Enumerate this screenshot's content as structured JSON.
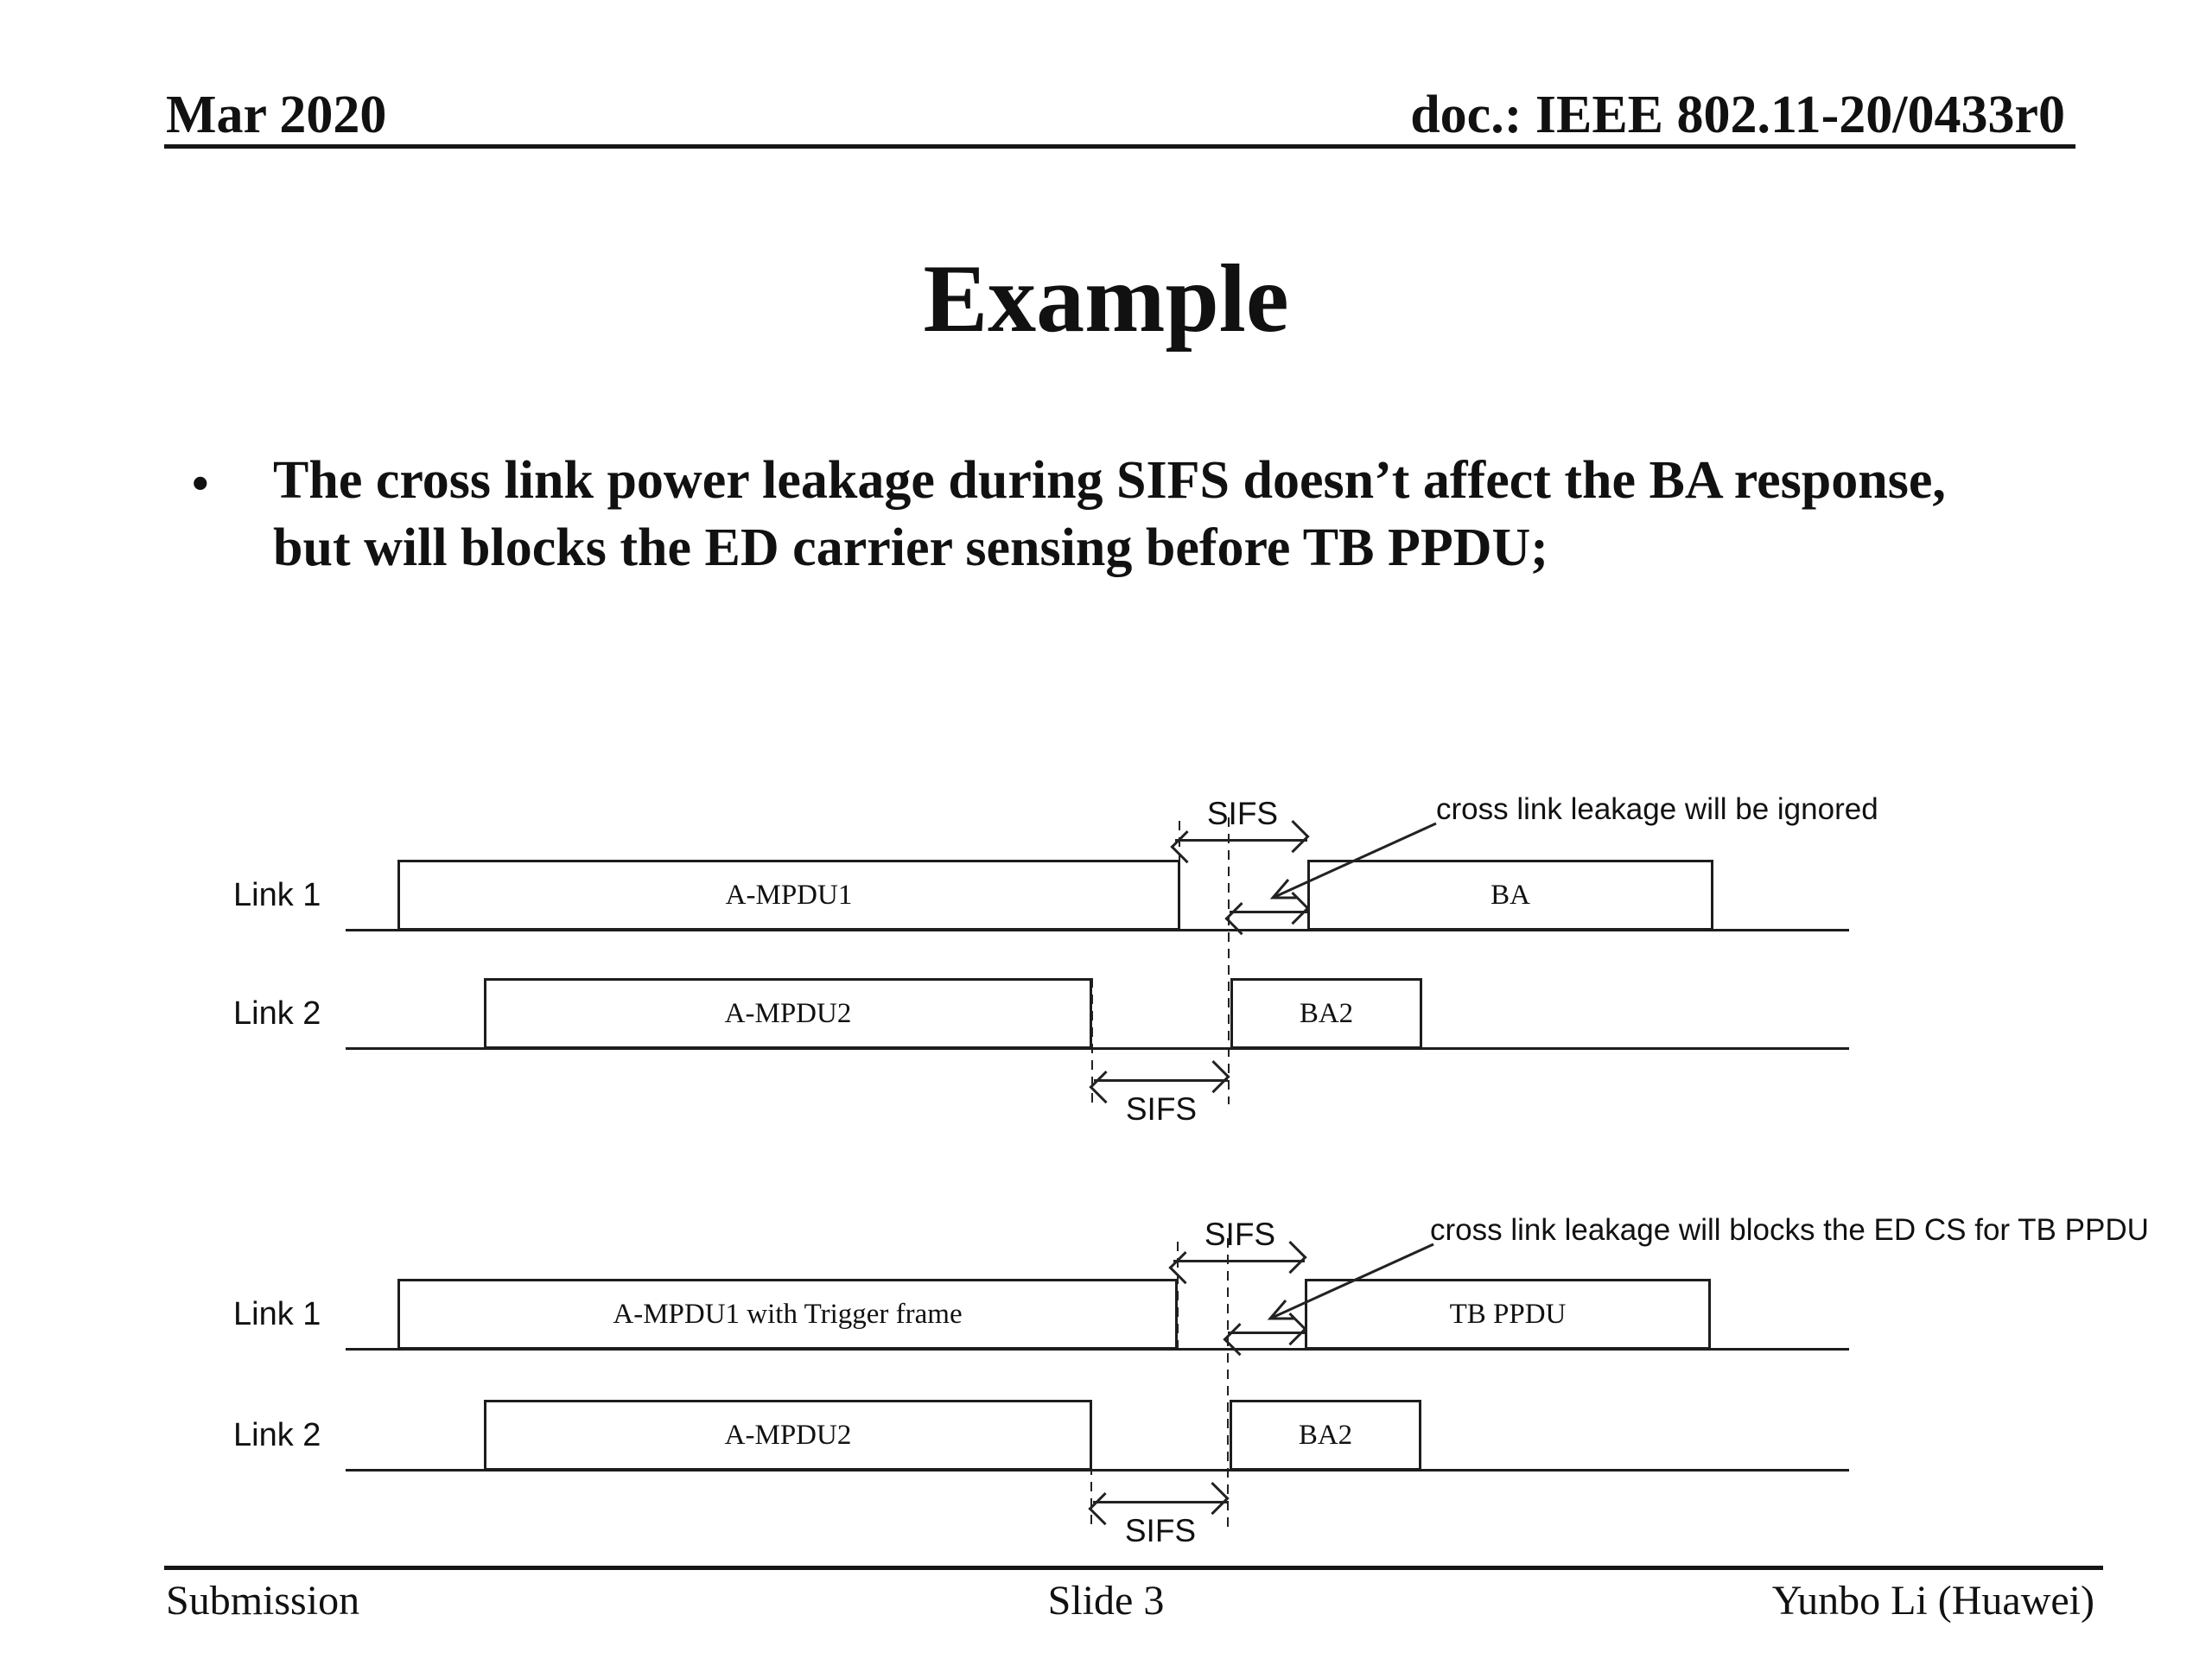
{
  "header": {
    "date": "Mar 2020",
    "doc_id": "doc.: IEEE 802.11-20/0433r0"
  },
  "title": "Example",
  "bullet": {
    "marker": "•",
    "line1": "The cross link power leakage during SIFS doesn’t affect the BA response,",
    "line2": "but will blocks the ED carrier sensing before TB PPDU;"
  },
  "diagram1": {
    "link1_label": "Link 1",
    "link2_label": "Link 2",
    "sifs_top": "SIFS",
    "sifs_bottom": "SIFS",
    "annotation": "cross link leakage will be ignored",
    "box_ampdu1": "A-MPDU1",
    "box_ba": "BA",
    "box_ampdu2": "A-MPDU2",
    "box_ba2": "BA2"
  },
  "diagram2": {
    "link1_label": "Link 1",
    "link2_label": "Link 2",
    "sifs_top": "SIFS",
    "sifs_bottom": "SIFS",
    "annotation": "cross link leakage will blocks the ED CS for TB PPDU",
    "box_ampdu1": "A-MPDU1 with Trigger frame",
    "box_tbppdu": "TB PPDU",
    "box_ampdu2": "A-MPDU2",
    "box_ba2": "BA2"
  },
  "footer": {
    "left": "Submission",
    "center": "Slide 3",
    "right": "Yunbo Li (Huawei)"
  }
}
